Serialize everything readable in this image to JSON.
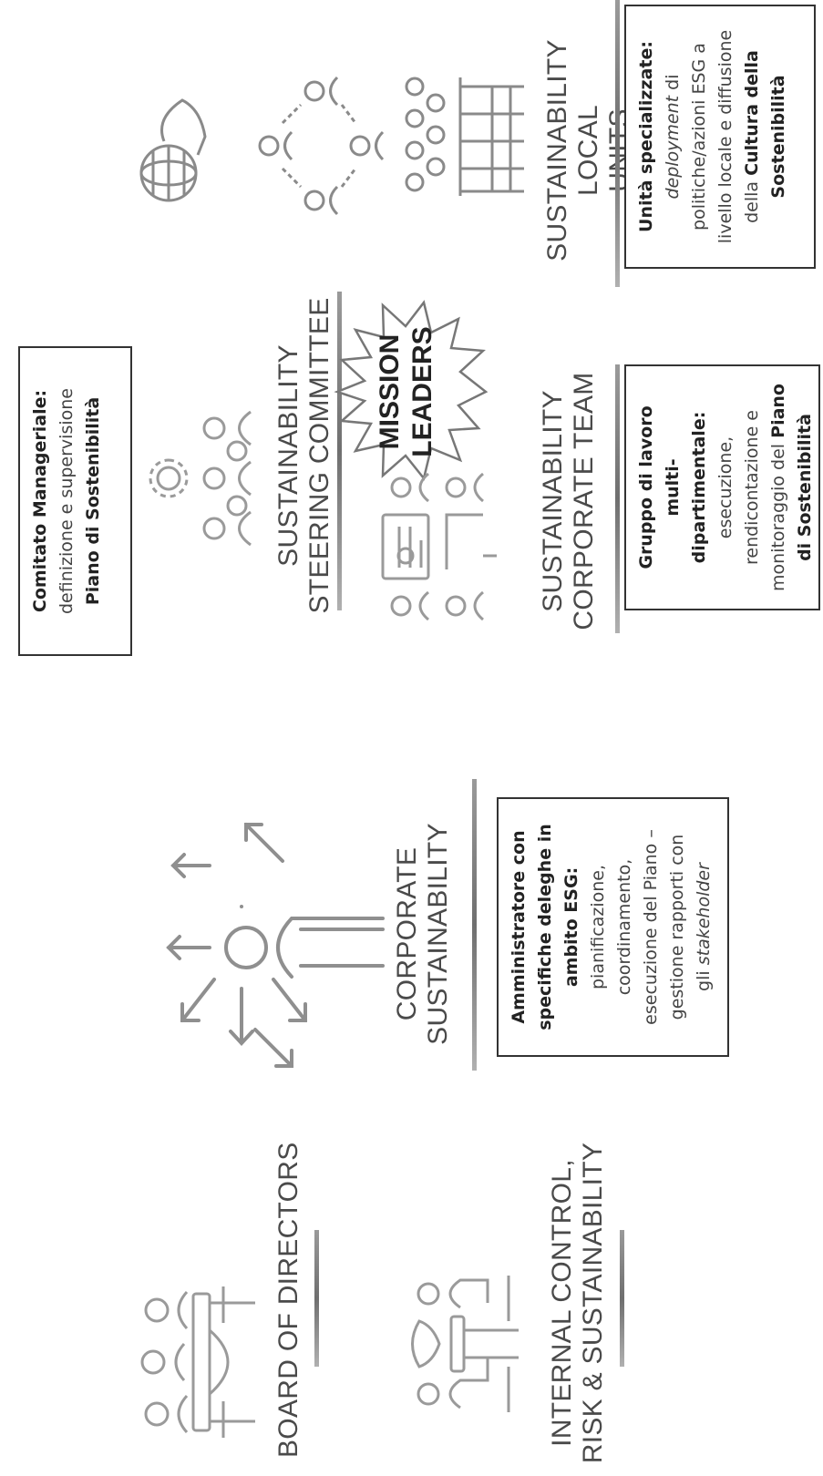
{
  "board": {
    "heading": "BOARD OF DIRECTORS"
  },
  "internal": {
    "heading_line1": "INTERNAL CONTROL,",
    "heading_line2": "RISK & SUSTAINABILITY"
  },
  "corporate": {
    "heading_line1": "CORPORATE",
    "heading_line2": "SUSTAINABILITY",
    "box": {
      "bold1": "Amministratore con",
      "bold2": "specifiche deleghe in",
      "bold3": "ambito ESG:",
      "l1": "pianificazione,",
      "l2": "coordinamento,",
      "l3": "esecuzione del Piano –",
      "l4": "gestione rapporti con",
      "l5a": "gli ",
      "l5b": "stakeholder"
    }
  },
  "steering": {
    "heading_line1": "SUSTAINABILITY",
    "heading_line2": "STEERING COMMITTEE",
    "box": {
      "bold1": "Comitato Manageriale:",
      "l1": "definizione e supervisione",
      "bold2": "Piano di Sostenibilità"
    }
  },
  "mission": {
    "line1": "MISSION",
    "line2": "LEADERS"
  },
  "corporate_team": {
    "heading_line1": "SUSTAINABILITY",
    "heading_line2": "CORPORATE TEAM",
    "box": {
      "bold1": "Gruppo di lavoro multi-",
      "bold2": "dipartimentale:",
      "l1": "esecuzione,",
      "l2": "rendicontazione e",
      "l3a": "monitoraggio del ",
      "l3b": "Piano",
      "bold3": "di Sostenibilità"
    }
  },
  "local_units": {
    "heading_line1": "SUSTAINABILITY LOCAL",
    "heading_line2": "UNITS",
    "box": {
      "bold1": "Unità specializzate:",
      "l1a": "deployment",
      "l1b": " di",
      "l2": "politiche/azioni ESG a",
      "l3": "livello locale e diffusione",
      "l4a": "della ",
      "l4b": "Cultura della",
      "bold2": "Sostenibilità"
    }
  },
  "icons": [
    "board-table-icon",
    "meeting-icon",
    "leader-arrows-icon",
    "gear-people-icon",
    "presentation-team-icon",
    "starburst-icon",
    "globe-hand-icon",
    "people-network-icon",
    "people-group-icon"
  ],
  "colors": {
    "bar": "#7a7a7a",
    "text": "#444444",
    "border": "#333333"
  }
}
